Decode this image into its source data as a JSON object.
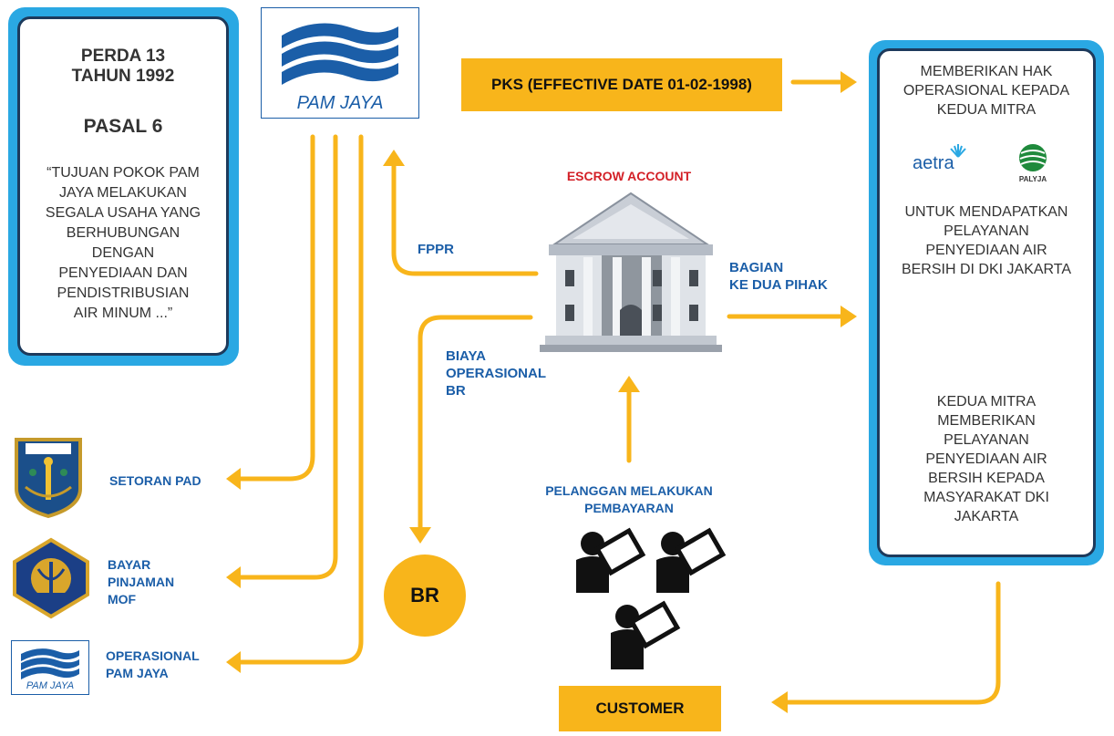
{
  "colors": {
    "orange": "#f8b51b",
    "blue_text": "#1b5ea8",
    "red_text": "#d32027",
    "box_border": "#2aa8e3",
    "box_inner": "#1d3a5c"
  },
  "perda": {
    "line1": "PERDA 13",
    "line2": "TAHUN 1992",
    "pasal": "PASAL 6",
    "quote": [
      "“TUJUAN POKOK PAM",
      "JAYA MELAKUKAN",
      "SEGALA USAHA YANG",
      "BERHUBUNGAN",
      "DENGAN",
      "PENYEDIAAN DAN",
      "PENDISTRIBUSIAN",
      "AIR MINUM ...”"
    ]
  },
  "pam_logo": {
    "text": "PAM JAYA"
  },
  "pam_logo_small": {
    "text": "PAM JAYA"
  },
  "pks": {
    "label": "PKS (EFFECTIVE DATE 01-02-1998)"
  },
  "escrow": {
    "label": "ESCROW ACCOUNT"
  },
  "flows": {
    "fppr": "FPPR",
    "bagian": [
      "BAGIAN",
      "KE DUA PIHAK"
    ],
    "biaya": [
      "BIAYA",
      "OPERASIONAL",
      "BR"
    ],
    "pelanggan": [
      "PELANGGAN MELAKUKAN",
      "PEMBAYARAN"
    ]
  },
  "left_items": [
    {
      "lines": [
        "SETORAN PAD"
      ]
    },
    {
      "lines": [
        "BAYAR",
        "PINJAMAN",
        "MOF"
      ]
    },
    {
      "lines": [
        "OPERASIONAL",
        "PAM JAYA"
      ]
    }
  ],
  "br": {
    "label": "BR"
  },
  "customer": {
    "label": "CUSTOMER"
  },
  "right_box": {
    "top": [
      "MEMBERIKAN HAK",
      "OPERASIONAL KEPADA",
      "KEDUA MITRA"
    ],
    "aetra": "aetra",
    "palyja": "PALYJA",
    "middle": [
      "UNTUK MENDAPATKAN",
      "PELAYANAN",
      "PENYEDIAAN AIR",
      "BERSIH DI DKI JAKARTA"
    ],
    "bottom": [
      "KEDUA MITRA",
      "MEMBERIKAN",
      "PELAYANAN",
      "PENYEDIAAN AIR",
      "BERSIH KEPADA",
      "MASYARAKAT DKI",
      "JAKARTA"
    ]
  }
}
